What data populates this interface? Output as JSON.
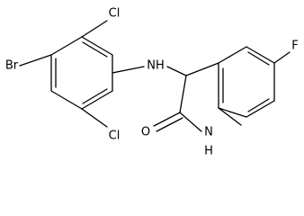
{
  "structure": {
    "atom_labels": {
      "br": "Br",
      "cl_top": "Cl",
      "cl_bottom": "Cl",
      "nh_amine": "NH",
      "f": "F",
      "o": "O",
      "n_ring": "N",
      "h_ring": "H"
    },
    "line_color": "#000000",
    "background_color": "#ffffff"
  }
}
